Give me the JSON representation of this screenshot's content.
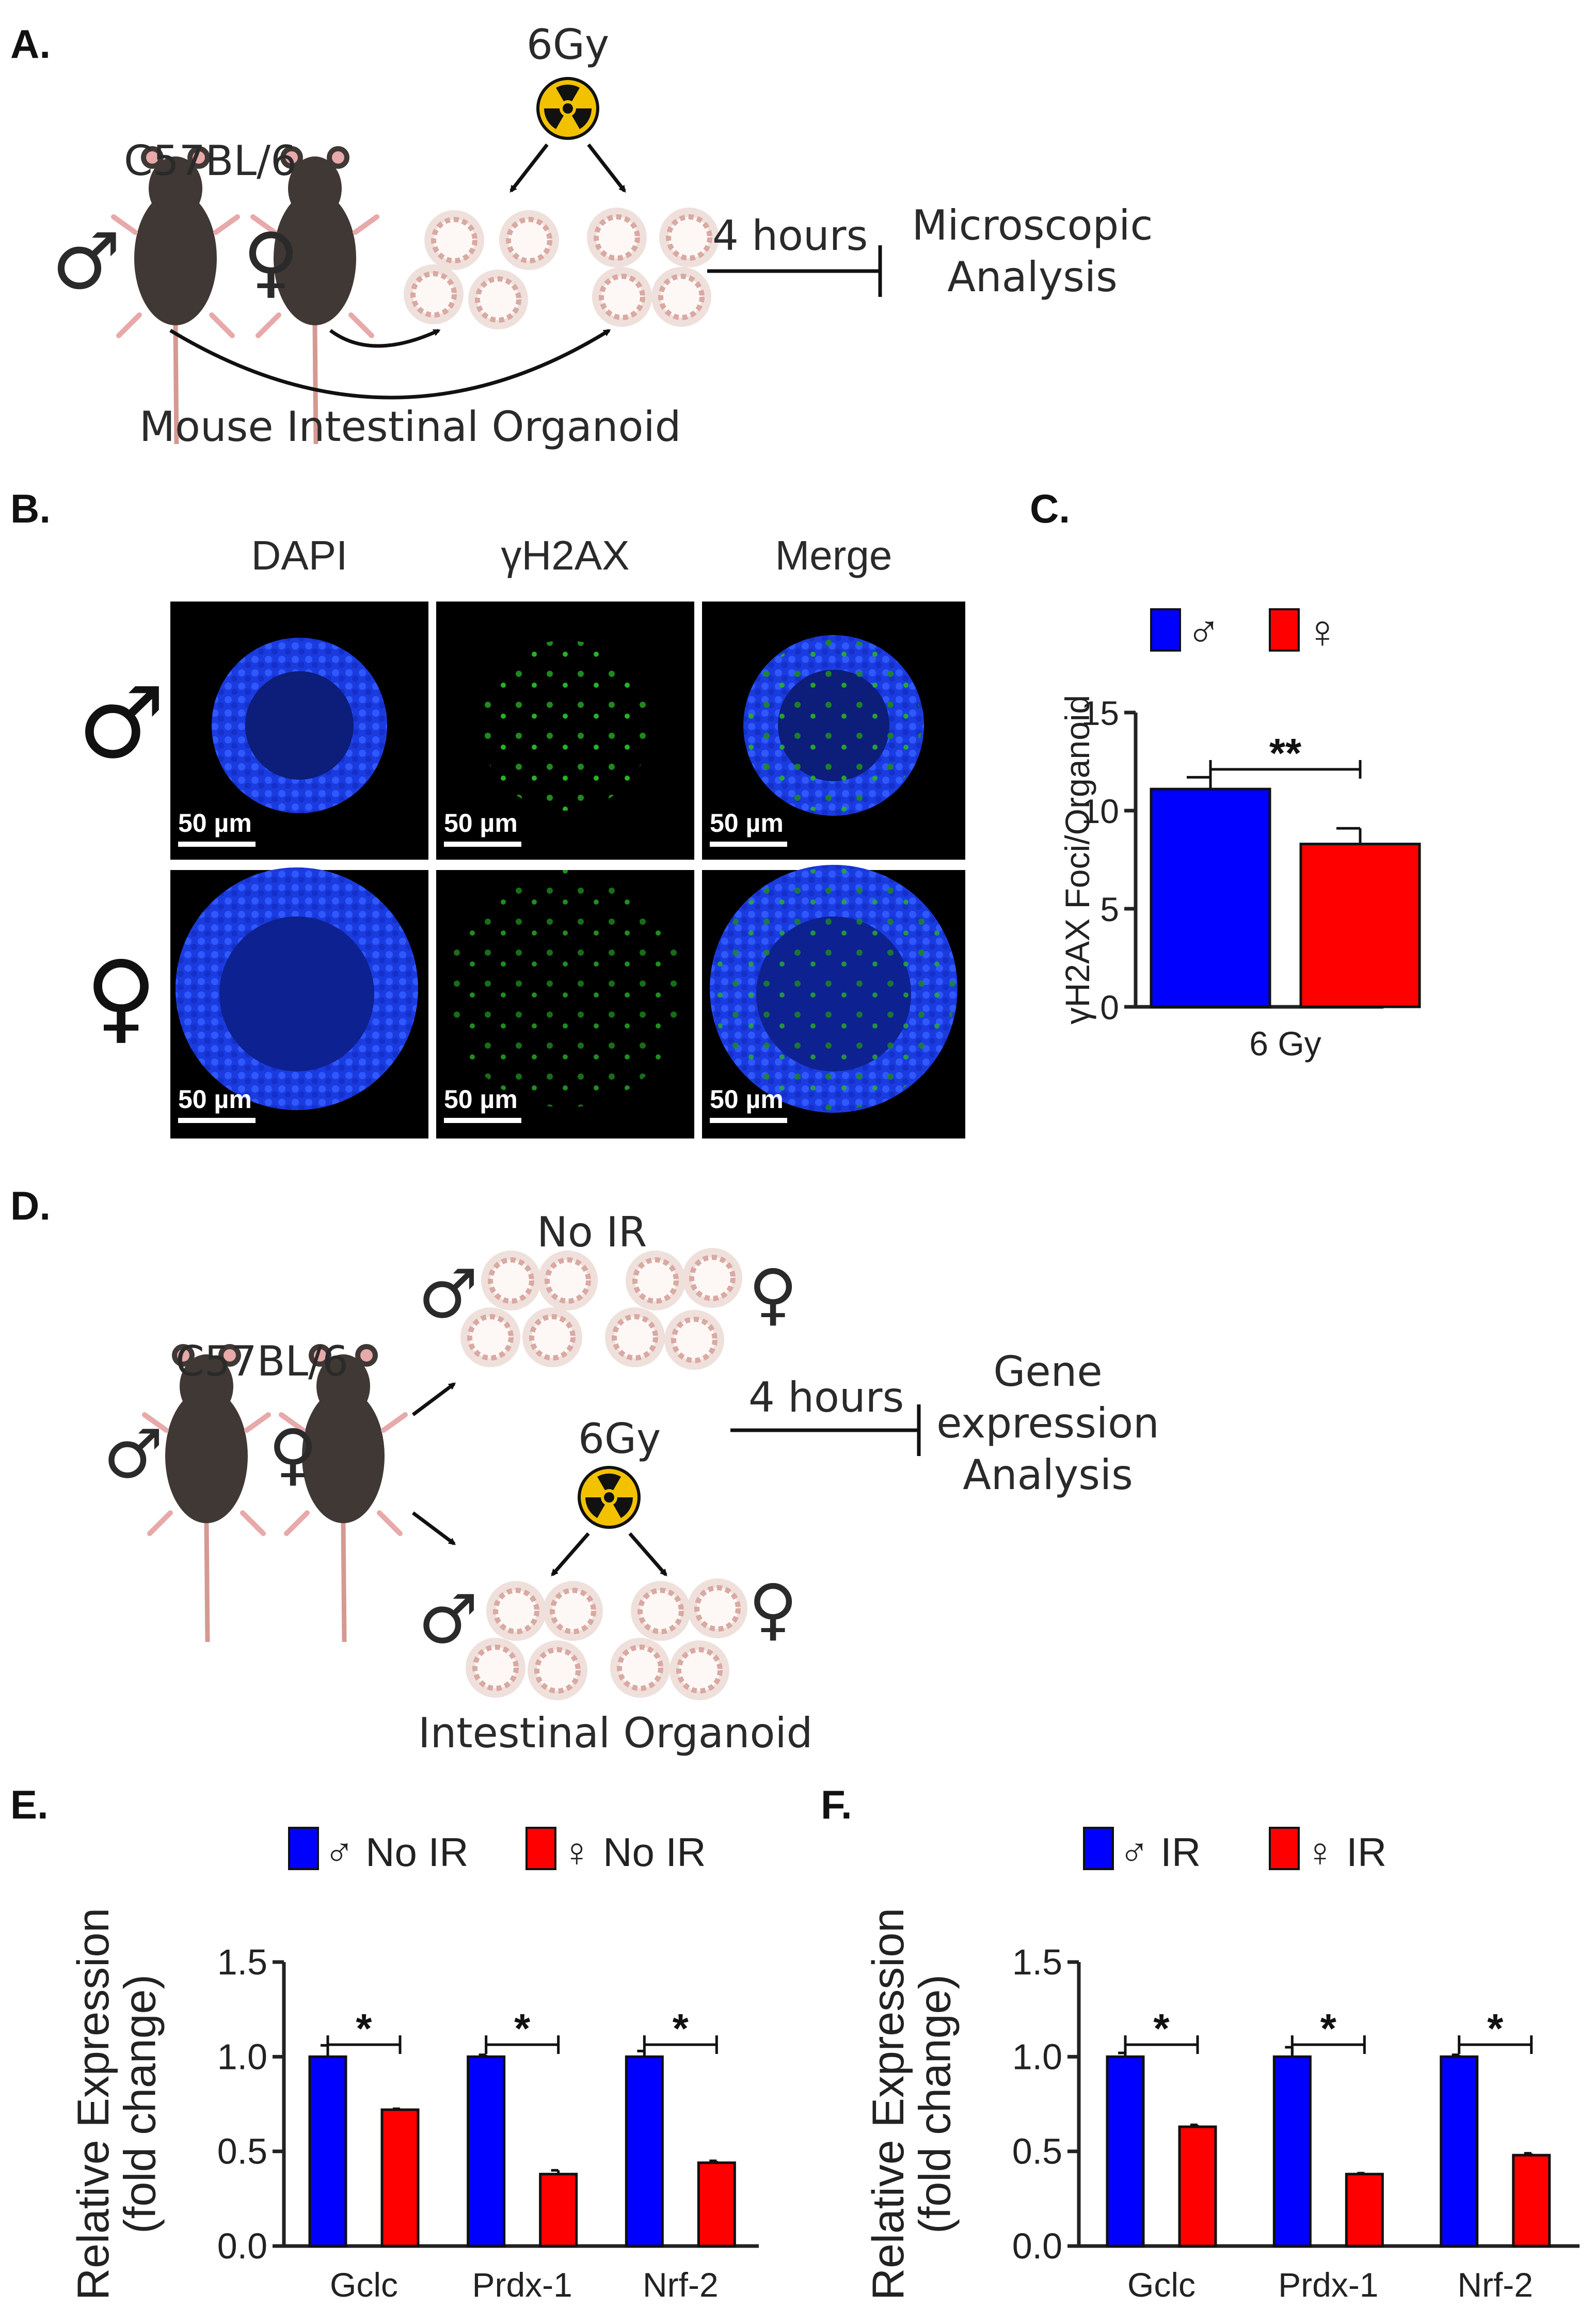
{
  "panels": {
    "A": {
      "letter": "A.",
      "strain": "C57BL/6",
      "dose": "6Gy",
      "time": "4 hours",
      "outcome_line1": "Microscopic",
      "outcome_line2": "Analysis",
      "caption": "Mouse Intestinal Organoid",
      "male_symbol": "♂",
      "female_symbol": "♀"
    },
    "B": {
      "letter": "B.",
      "columns": [
        "DAPI",
        "γH2AX",
        "Merge"
      ],
      "rows": [
        "♂",
        "♀"
      ],
      "scale_bar": "50 µm"
    },
    "C": {
      "letter": "C."
    },
    "D": {
      "letter": "D.",
      "strain": "C57BL/6",
      "no_ir": "No IR",
      "dose": "6Gy",
      "time": "4 hours",
      "outcome_line1": "Gene",
      "outcome_line2": "expression",
      "outcome_line3": "Analysis",
      "caption": "Intestinal Organoid",
      "male_symbol": "♂",
      "female_symbol": "♀"
    },
    "E": {
      "letter": "E."
    },
    "F": {
      "letter": "F."
    }
  },
  "chart_data": [
    {
      "id": "C",
      "type": "bar",
      "categories": [
        "6 Gy"
      ],
      "series": [
        {
          "name": "♂",
          "values": [
            11.1
          ],
          "errors": [
            0.6
          ],
          "color": "#0000ff"
        },
        {
          "name": "♀",
          "values": [
            8.3
          ],
          "errors": [
            0.8
          ],
          "color": "#ff0000"
        }
      ],
      "ylabel": "γH2AX Foci/Organoid",
      "ylim": [
        0,
        15
      ],
      "yticks": [
        "0",
        "5",
        "10",
        "15"
      ],
      "significance": "**",
      "legend": "top"
    },
    {
      "id": "E",
      "type": "bar",
      "categories": [
        "Gclc",
        "Prdx-1",
        "Nrf-2"
      ],
      "series": [
        {
          "name": "♂ No IR",
          "values": [
            1.0,
            1.0,
            1.0
          ],
          "errors": [
            0.06,
            0.01,
            0.03
          ],
          "color": "#0000ff"
        },
        {
          "name": "♀ No IR",
          "values": [
            0.72,
            0.38,
            0.44
          ],
          "errors": [
            0.005,
            0.02,
            0.01
          ],
          "color": "#ff0000"
        }
      ],
      "ylabel_line1": "Relative Expression",
      "ylabel_line2": "(fold change)",
      "ylim": [
        0,
        1.5
      ],
      "yticks": [
        "0.0",
        "0.5",
        "1.0",
        "1.5"
      ],
      "significance": [
        "*",
        "*",
        "*"
      ],
      "legend": "top"
    },
    {
      "id": "F",
      "type": "bar",
      "categories": [
        "Gclc",
        "Prdx-1",
        "Nrf-2"
      ],
      "series": [
        {
          "name": "♂ IR",
          "values": [
            1.0,
            1.0,
            1.0
          ],
          "errors": [
            0.02,
            0.05,
            0.01
          ],
          "color": "#0000ff"
        },
        {
          "name": "♀ IR",
          "values": [
            0.63,
            0.38,
            0.48
          ],
          "errors": [
            0.01,
            0.005,
            0.01
          ],
          "color": "#ff0000"
        }
      ],
      "ylabel_line1": "Relative Expression",
      "ylabel_line2": "(fold change)",
      "ylim": [
        0,
        1.5
      ],
      "yticks": [
        "0.0",
        "0.5",
        "1.0",
        "1.5"
      ],
      "significance": [
        "*",
        "*",
        "*"
      ],
      "legend": "top"
    }
  ]
}
